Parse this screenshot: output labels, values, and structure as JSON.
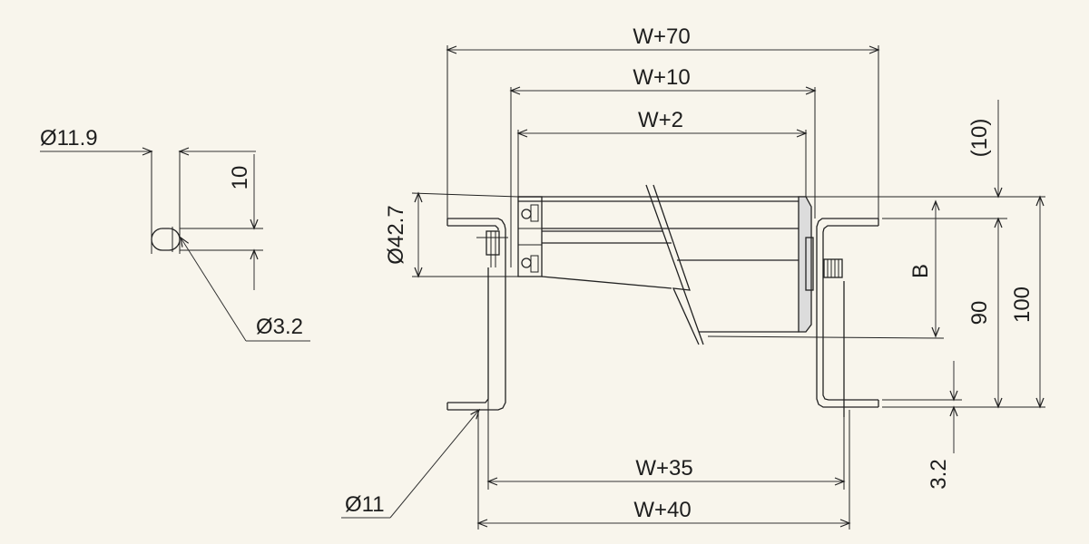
{
  "labels": {
    "w70": "W+70",
    "w10": "W+10",
    "w2": "W+2",
    "w35": "W+35",
    "w40": "W+40",
    "d119": "Ø11.9",
    "d32": "Ø3.2",
    "d427": "Ø42.7",
    "d11": "Ø11",
    "ten": "10",
    "ten_paren": "(10)",
    "b": "B",
    "ninety": "90",
    "hundred": "100",
    "three_two": "3.2"
  },
  "colors": {
    "background": "#f8f5ec",
    "line": "#222222",
    "roller_fill": "#dcdcdc"
  }
}
